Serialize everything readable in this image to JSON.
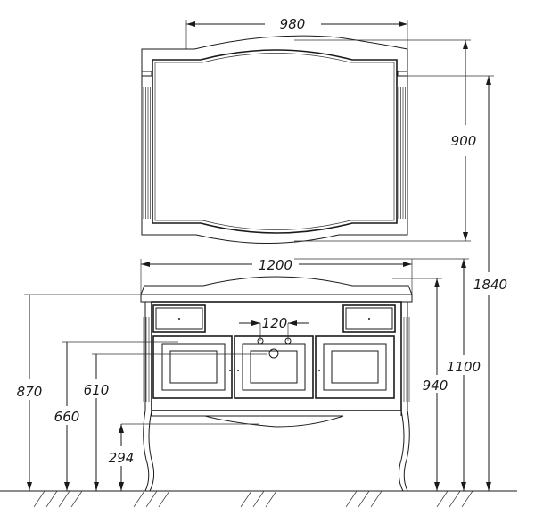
{
  "drawing": {
    "dimensions": {
      "mirror_width": "980",
      "mirror_height": "900",
      "total_height": "1840",
      "vanity_width": "1200",
      "mirror_bottom_height": "1100",
      "faucet_spacing": "120",
      "vanity_top_height": "940",
      "countertop_height": "870",
      "drawer_bottom_height": "660",
      "sink_height": "610",
      "apron_height": "294"
    },
    "line_color": "#1a1a1a",
    "background": "#ffffff"
  }
}
